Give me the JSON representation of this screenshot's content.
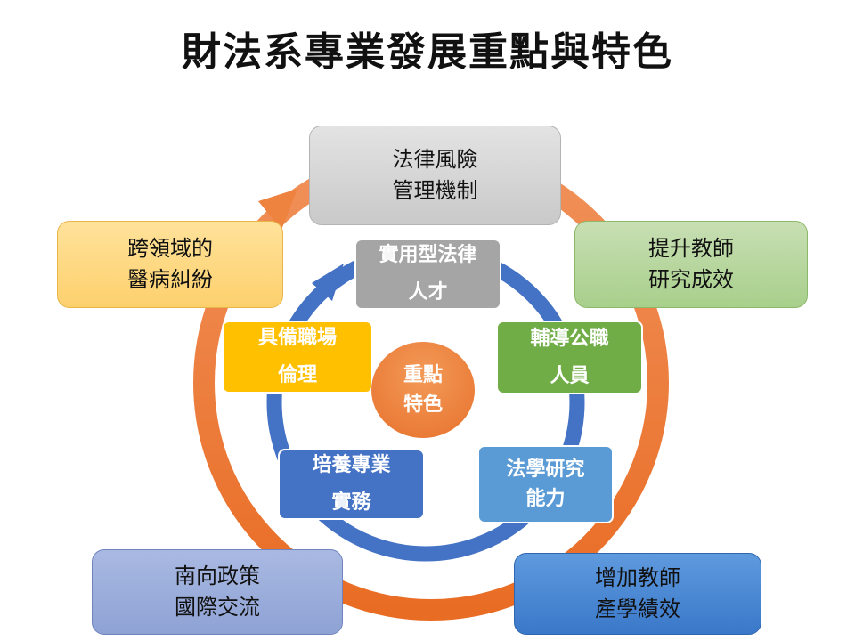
{
  "title": "財法系專業發展重點與特色",
  "outer_items": {
    "top": {
      "line1": "法律風險",
      "line2": "管理機制"
    },
    "right": {
      "line1": "提升教師",
      "line2": "研究成效"
    },
    "bottom_right": {
      "line1": "增加教師",
      "line2": "產學績效"
    },
    "bottom_left": {
      "line1": "南向政策",
      "line2": "國際交流"
    },
    "left": {
      "line1": "跨領域的",
      "line2": "醫病糾紛"
    }
  },
  "inner_items": {
    "top": {
      "line1": "實用型法律",
      "line2": "人才"
    },
    "right": {
      "line1": "輔導公職",
      "line2": "人員"
    },
    "bottom_right": {
      "line1": "法學研究",
      "line2": "能力"
    },
    "bottom_left": {
      "line1": "培養專業",
      "line2": "實務"
    },
    "left": {
      "line1": "具備職場",
      "line2": "倫理"
    }
  },
  "center": {
    "line1": "重點",
    "line2": "特色"
  },
  "colors": {
    "outer_ring": "#ed7d31",
    "inner_ring": "#4472c4",
    "gray": "#a5a5a5",
    "yellow": "#ffc000",
    "green": "#70ad47",
    "blue": "#4472c4",
    "light_blue": "#5b9bd5",
    "orange": "#ed7d31"
  }
}
